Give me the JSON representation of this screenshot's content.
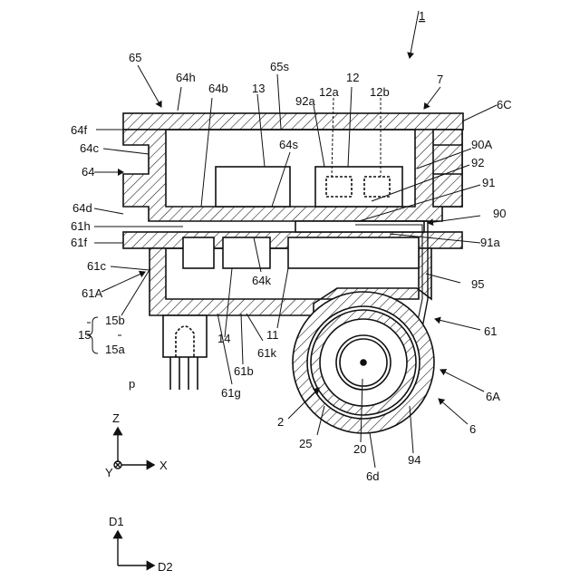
{
  "figure_number": "1",
  "labels": {
    "L65": "65",
    "L64h": "64h",
    "L64b": "64b",
    "L65s": "65s",
    "L13": "13",
    "L12": "12",
    "L12a": "12a",
    "L12b": "12b",
    "L92a": "92a",
    "L7": "7",
    "L6C": "6C",
    "L64f": "64f",
    "L64c": "64c",
    "L64": "64",
    "L64s": "64s",
    "L90A": "90A",
    "L92": "92",
    "L91": "91",
    "L64d": "64d",
    "L90": "90",
    "L61h": "61h",
    "L61f": "61f",
    "L91a": "91a",
    "L61c": "61c",
    "L64k": "64k",
    "L95": "95",
    "L61A": "61A",
    "L61": "61",
    "L15b": "15b",
    "L15": "15",
    "L15a": "15a",
    "L14": "14",
    "L11": "11",
    "L61k": "61k",
    "L61b": "61b",
    "L61g": "61g",
    "Lp": "p",
    "L6A": "6A",
    "L2": "2",
    "L25": "25",
    "L20": "20",
    "L94": "94",
    "L6": "6",
    "L6d": "6d"
  },
  "axes_xyz": {
    "z": "Z",
    "x": "X",
    "y": "Y"
  },
  "axes_d": {
    "d1": "D1",
    "d2": "D2"
  }
}
